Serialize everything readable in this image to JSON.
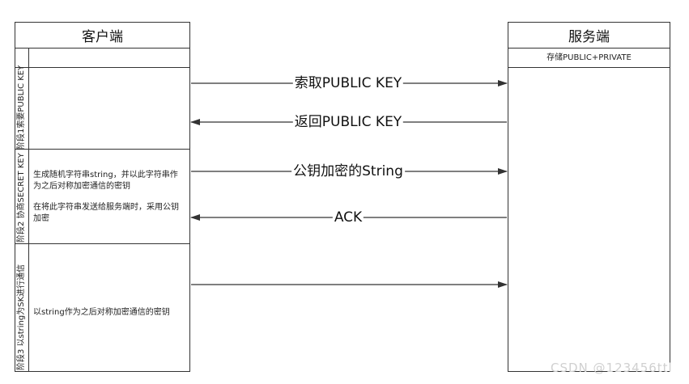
{
  "client": {
    "title": "客户端",
    "stages": [
      {
        "label": "阶段1索要PUBLIC KEY",
        "notes": []
      },
      {
        "label": "阶段2 协商SECRET KEY",
        "notes": [
          "生成随机字符串string，并以此字符串作为之后对称加密通信的密钥",
          "在将此字符串发送给服务端时，采用公钥加密"
        ]
      },
      {
        "label": "阶段3 以string为SK进行通信",
        "notes": [
          "以string作为之后对称加密通信的密钥"
        ]
      }
    ]
  },
  "server": {
    "title": "服务端",
    "storage": "存储PUBLIC+PRIVATE"
  },
  "messages": [
    {
      "label": "索取PUBLIC KEY",
      "direction": "client-to-server"
    },
    {
      "label": "返回PUBLIC KEY",
      "direction": "server-to-client"
    },
    {
      "label": "公钥加密的String",
      "direction": "client-to-server"
    },
    {
      "label": "ACK",
      "direction": "server-to-client"
    },
    {
      "label": "",
      "direction": "client-to-server"
    }
  ],
  "watermark": "CSDN @123456ttl"
}
